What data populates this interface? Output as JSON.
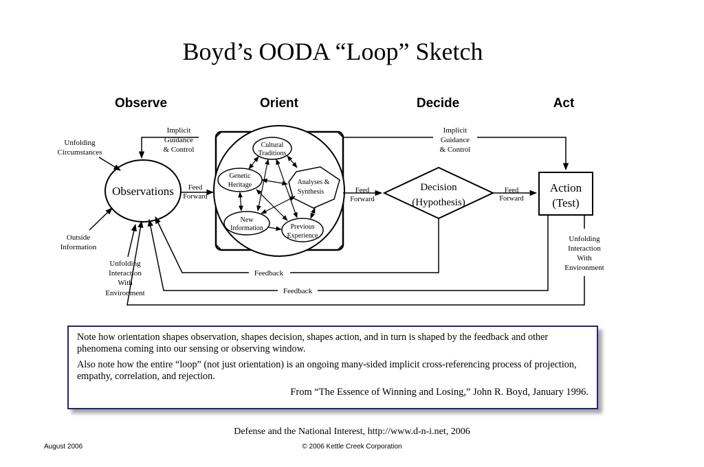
{
  "title": "Boyd’s OODA “Loop” Sketch",
  "phases": {
    "observe": "Observe",
    "orient": "Orient",
    "decide": "Decide",
    "act": "Act"
  },
  "nodes": {
    "observations": "Observations",
    "decision_line1": "Decision",
    "decision_line2": "(Hypothesis)",
    "action_line1": "Action",
    "action_line2": "(Test)",
    "cultural_line1": "Cultural",
    "cultural_line2": "Traditions",
    "genetic_line1": "Genetic",
    "genetic_line2": "Heritage",
    "analyses_line1": "Analyses &",
    "analyses_line2": "Synthesis",
    "newinfo_line1": "New",
    "newinfo_line2": "Information",
    "previous_line1": "Previous",
    "previous_line2": "Experience"
  },
  "labels": {
    "unfolding_circ_1": "Unfolding",
    "unfolding_circ_2": "Circumstances",
    "outside_info_1": "Outside",
    "outside_info_2": "Information",
    "unfolding_int_1": "Unfolding",
    "unfolding_int_2": "Interaction",
    "unfolding_int_3": "With",
    "unfolding_int_4": "Environment",
    "implicit_1": "Implicit",
    "implicit_2": "Guidance",
    "implicit_3": "& Control",
    "feed": "Feed",
    "forward": "Forward",
    "feedback": "Feedback"
  },
  "note": {
    "para1": "Note how orientation shapes observation, shapes decision, shapes action, and in turn is shaped by the feedback and other phenomena coming into our sensing or observing window.",
    "para2": "Also note how the entire “loop” (not just orientation) is an ongoing many-sided implicit cross-referencing process of projection, empathy, correlation, and rejection.",
    "source": "From “The Essence of Winning and Losing,” John R. Boyd, January 1996."
  },
  "footer": {
    "center": "Defense and the National Interest, http://www.d-n-i.net, 2006",
    "date": "August 2006",
    "copyright": "© 2006 Kettle Creek Corporation"
  },
  "colors": {
    "box_border": "#23237a"
  }
}
